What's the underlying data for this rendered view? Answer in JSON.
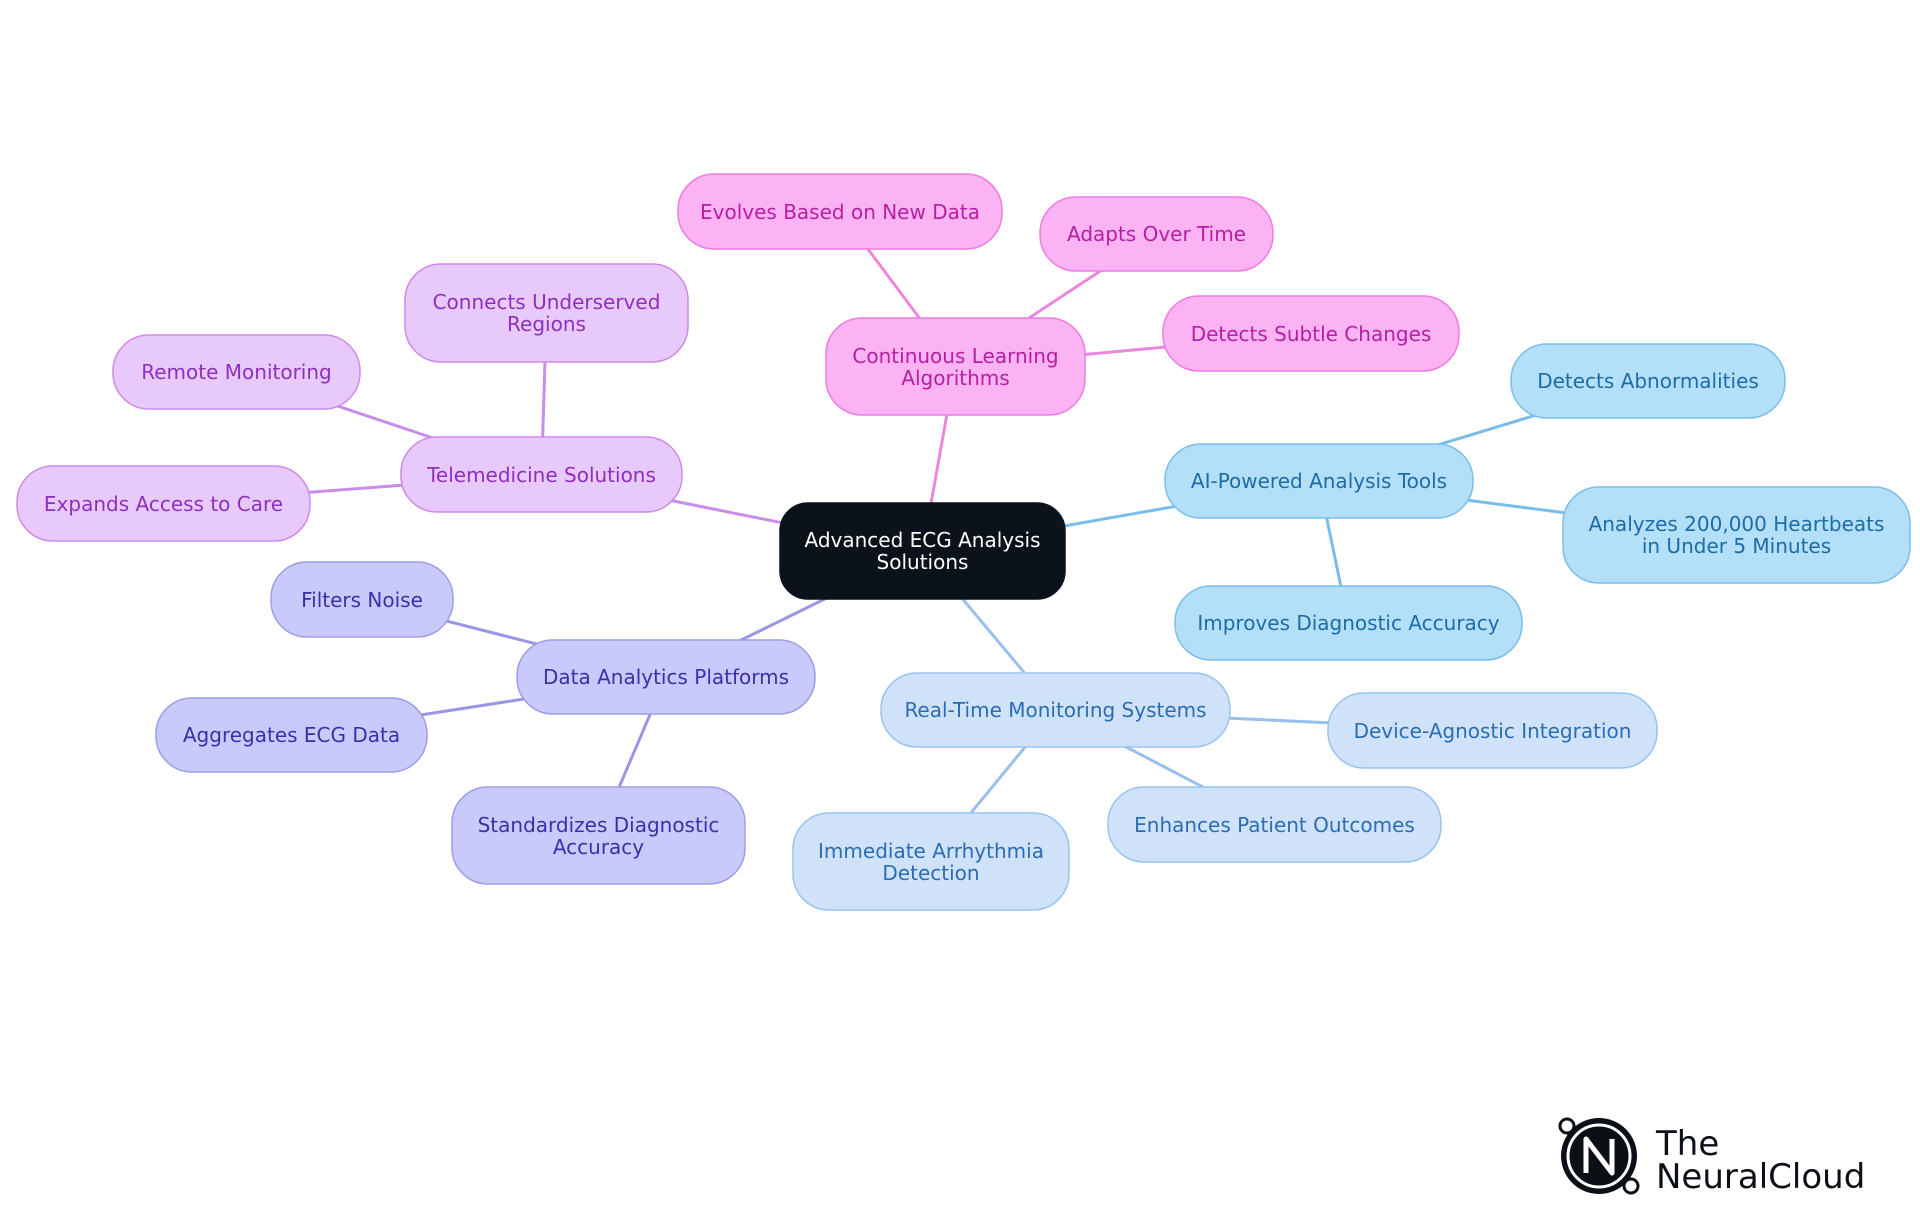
{
  "colors": {
    "root": {
      "fill": "#0c121a",
      "stroke": "#0c121a",
      "text": "#ffffff"
    },
    "telemedicine": {
      "fill": "#e8c9fb",
      "stroke": "#cf8ae9",
      "text": "#8e2fbf",
      "edge": "#c98ce8"
    },
    "learning": {
      "fill": "#fbb3f3",
      "stroke": "#ee7ce2",
      "text": "#b71ea3",
      "edge": "#ef86de"
    },
    "ai": {
      "fill": "#b4dff9",
      "stroke": "#78bfec",
      "text": "#1d6ca6",
      "edge": "#79bdea"
    },
    "realtime": {
      "fill": "#cfe2f9",
      "stroke": "#99c4ef",
      "text": "#2a6db3",
      "edge": "#98c0ec"
    },
    "analytics": {
      "fill": "#c9c9fb",
      "stroke": "#9d9de8",
      "text": "#3a31a8",
      "edge": "#9a96e6"
    }
  },
  "diagram": {
    "root": {
      "label": "Advanced ECG Analysis\nSolutions"
    },
    "branches": [
      {
        "key": "telemedicine",
        "label": "Telemedicine Solutions",
        "children": [
          "Connects Underserved\nRegions",
          "Remote Monitoring",
          "Expands Access to Care"
        ]
      },
      {
        "key": "learning",
        "label": "Continuous Learning\nAlgorithms",
        "children": [
          "Evolves Based on New Data",
          "Adapts Over Time",
          "Detects Subtle Changes"
        ]
      },
      {
        "key": "ai",
        "label": "AI-Powered Analysis Tools",
        "children": [
          "Detects Abnormalities",
          "Analyzes 200,000 Heartbeats\nin Under 5 Minutes",
          "Improves Diagnostic Accuracy"
        ]
      },
      {
        "key": "realtime",
        "label": "Real-Time Monitoring Systems",
        "children": [
          "Device-Agnostic Integration",
          "Enhances Patient Outcomes",
          "Immediate Arrhythmia\nDetection"
        ]
      },
      {
        "key": "analytics",
        "label": "Data Analytics Platforms",
        "children": [
          "Filters Noise",
          "Aggregates ECG Data",
          "Standardizes Diagnostic\nAccuracy"
        ]
      }
    ]
  },
  "brand": {
    "line1": "The",
    "line2": "NeuralCloud",
    "logo_icon": "neuralcloud-n-logo"
  }
}
